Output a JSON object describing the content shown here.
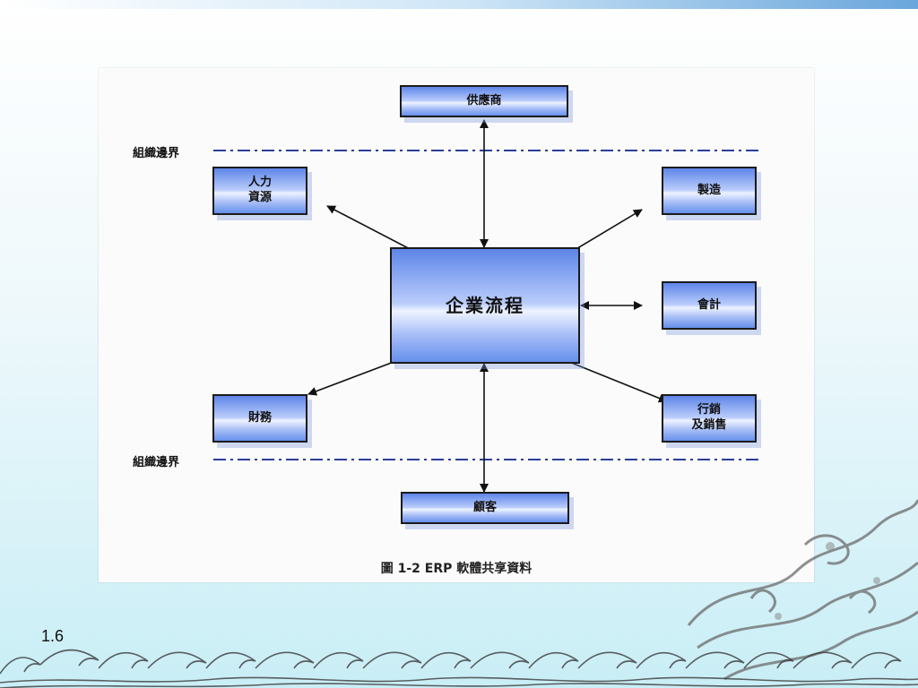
{
  "diagram": {
    "center": "企業流程",
    "nodes": {
      "supplier": "供應商",
      "hr": "人力\n資源",
      "manufacturing": "製造",
      "accounting": "會計",
      "finance": "財務",
      "marketing": "行銷\n及銷售",
      "customer": "顧客"
    },
    "boundary_label_top": "組織邊界",
    "boundary_label_bottom": "組織邊界",
    "caption": "圖 1-2 ERP 軟體共享資料"
  },
  "slide": {
    "number": "1.6"
  },
  "colors": {
    "box_blue": "#5e85e8",
    "boundary_line": "#2a3f9a",
    "arrow": "#111111"
  },
  "icons": {
    "dragon": "dragon-ornament-icon",
    "waves": "wave-border-icon"
  }
}
